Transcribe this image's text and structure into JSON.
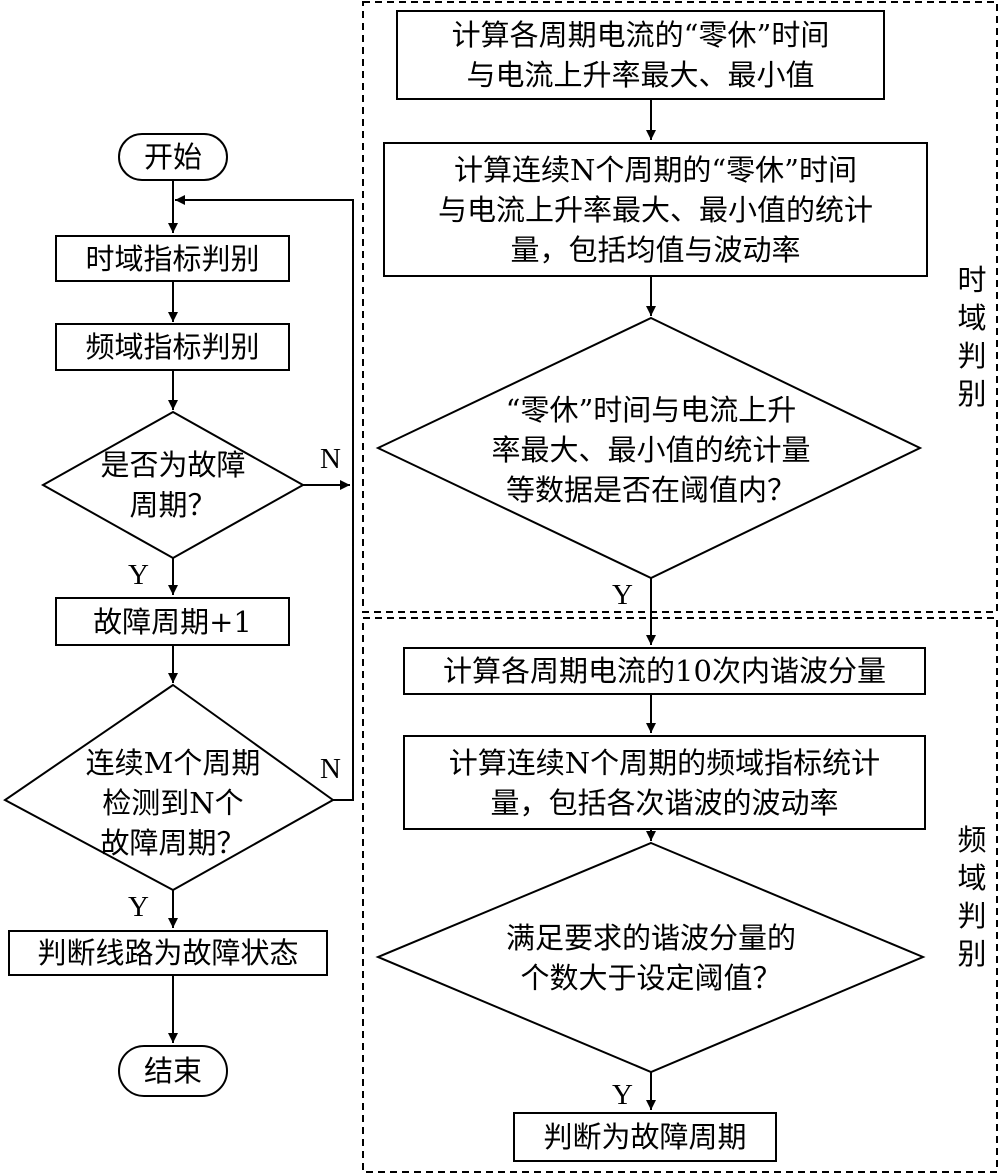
{
  "colors": {
    "line": "#000000",
    "background": "#ffffff"
  },
  "left": {
    "start": "开始",
    "time_check": "时域指标判别",
    "freq_check": "频域指标判别",
    "is_fault": "是否为故障\n周期？",
    "counter": "故障周期+1",
    "consecutive": "连续M个周期\n检测到N个\n故障周期？",
    "fault_state": "判断线路为故障状态",
    "end": "结束",
    "yes1": "Y",
    "no1": "N",
    "yes2": "Y",
    "no2": "N"
  },
  "time_panel": {
    "label": [
      "时",
      "域",
      "判",
      "别"
    ],
    "step1": "计算各周期电流的“零休”时间\n与电流上升率最大、最小值",
    "step2": "计算连续N个周期的“零休”时间\n与电流上升率最大、最小值的统计\n量，包括均值与波动率",
    "decision": "“零休”时间与电流上升\n率最大、最小值的统计量\n等数据是否在阈值内？",
    "yes": "Y"
  },
  "freq_panel": {
    "label": [
      "频",
      "域",
      "判",
      "别"
    ],
    "step1": "计算各周期电流的10次内谐波分量",
    "step2": "计算连续N个周期的频域指标统计\n量，包括各次谐波的波动率",
    "decision": "满足要求的谐波分量的\n个数大于设定阈值？",
    "yes": "Y",
    "result": "判断为故障周期"
  }
}
